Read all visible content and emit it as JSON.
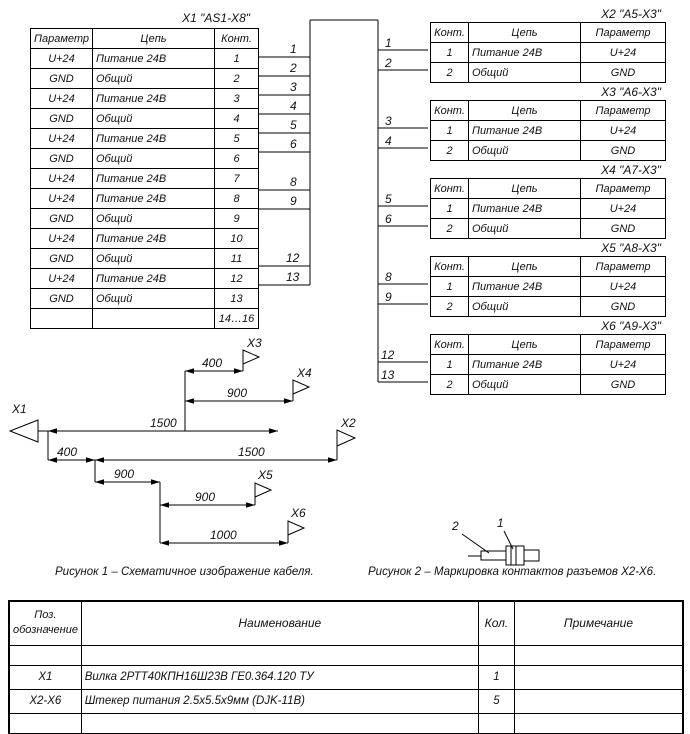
{
  "x1_table": {
    "title": "X1 \"AS1-X8\"",
    "headers": [
      "Параметр",
      "Цепь",
      "Конт."
    ],
    "rows": [
      [
        "U+24",
        "Питание 24В",
        "1"
      ],
      [
        "GND",
        "Общий",
        "2"
      ],
      [
        "U+24",
        "Питание 24В",
        "3"
      ],
      [
        "GND",
        "Общий",
        "4"
      ],
      [
        "U+24",
        "Питание 24В",
        "5"
      ],
      [
        "GND",
        "Общий",
        "6"
      ],
      [
        "U+24",
        "Питание 24В",
        "7"
      ],
      [
        "U+24",
        "Питание 24В",
        "8"
      ],
      [
        "GND",
        "Общий",
        "9"
      ],
      [
        "U+24",
        "Питание 24В",
        "10"
      ],
      [
        "GND",
        "Общий",
        "11"
      ],
      [
        "U+24",
        "Питание 24В",
        "12"
      ],
      [
        "GND",
        "Общий",
        "13"
      ],
      [
        "",
        "",
        "14…16"
      ]
    ]
  },
  "right_tables": [
    {
      "title": "X2 \"A5-X3\"",
      "headers": [
        "Конт.",
        "Цепь",
        "Параметр"
      ],
      "rows": [
        [
          "1",
          "Питание 24В",
          "U+24"
        ],
        [
          "2",
          "Общий",
          "GND"
        ]
      ],
      "wires": [
        "1",
        "2"
      ]
    },
    {
      "title": "X3 \"A6-X3\"",
      "headers": [
        "Конт.",
        "Цепь",
        "Параметр"
      ],
      "rows": [
        [
          "1",
          "Питание 24В",
          "U+24"
        ],
        [
          "2",
          "Общий",
          "GND"
        ]
      ],
      "wires": [
        "3",
        "4"
      ]
    },
    {
      "title": "X4 \"A7-X3\"",
      "headers": [
        "Конт.",
        "Цепь",
        "Параметр"
      ],
      "rows": [
        [
          "1",
          "Питание 24В",
          "U+24"
        ],
        [
          "2",
          "Общий",
          "GND"
        ]
      ],
      "wires": [
        "5",
        "6"
      ]
    },
    {
      "title": "X5 \"A8-X3\"",
      "headers": [
        "Конт.",
        "Цепь",
        "Параметр"
      ],
      "rows": [
        [
          "1",
          "Питание 24В",
          "U+24"
        ],
        [
          "2",
          "Общий",
          "GND"
        ]
      ],
      "wires": [
        "8",
        "9"
      ]
    },
    {
      "title": "X6 \"A9-X3\"",
      "headers": [
        "Конт.",
        "Цепь",
        "Параметр"
      ],
      "rows": [
        [
          "1",
          "Питание 24В",
          "U+24"
        ],
        [
          "2",
          "Общий",
          "GND"
        ]
      ],
      "wires": [
        "12",
        "13"
      ]
    }
  ],
  "left_wires": [
    "1",
    "2",
    "3",
    "4",
    "5",
    "6",
    "8",
    "9",
    "12",
    "13"
  ],
  "figure1": {
    "caption": "Рисунок 1 – Схематичное изображение кабеля.",
    "labels": {
      "x1": "X1",
      "x2": "X2",
      "x3": "X3",
      "x4": "X4",
      "x5": "X5",
      "x6": "X6"
    },
    "dims": {
      "up400": "400",
      "up900": "900",
      "up1500": "1500",
      "low400": "400",
      "low1500": "1500",
      "low900a": "900",
      "low900b": "900",
      "low1000": "1000"
    }
  },
  "figure2": {
    "caption": "Рисунок 2 – Маркировка контактов разъемов X2-X6.",
    "pin2": "2",
    "pin1": "1"
  },
  "parts_table": {
    "headers": [
      "Поз.",
      "обозначение",
      "Наименование",
      "Кол.",
      "Примечание"
    ],
    "rows": [
      [
        "X1",
        "Вилка 2РТТ40КПН16Ш23В ГЕ0.364.120 ТУ",
        "1",
        ""
      ],
      [
        "X2-X6",
        "Штекер питания 2.5х5.5х9мм (DJK-11B)",
        "5",
        ""
      ]
    ]
  }
}
